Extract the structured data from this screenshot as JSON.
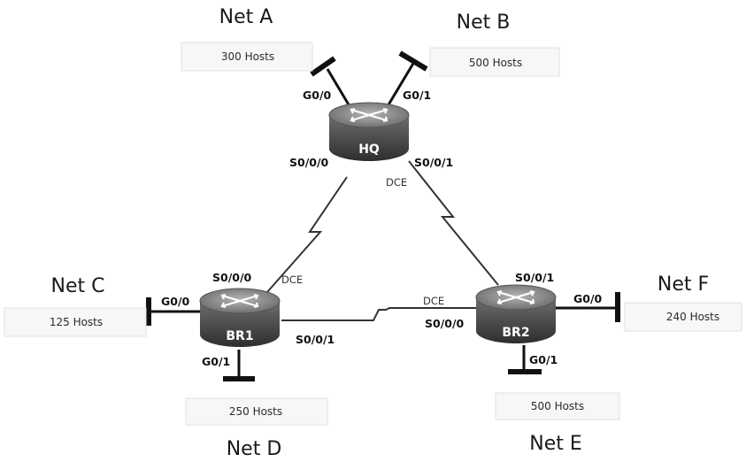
{
  "networks": {
    "a": {
      "name": "Net A",
      "hosts": "300 Hosts"
    },
    "b": {
      "name": "Net B",
      "hosts": "500 Hosts"
    },
    "c": {
      "name": "Net C",
      "hosts": "125 Hosts"
    },
    "d": {
      "name": "Net D",
      "hosts": "250 Hosts"
    },
    "e": {
      "name": "Net E",
      "hosts": "500 Hosts"
    },
    "f": {
      "name": "Net F",
      "hosts": "240 Hosts"
    }
  },
  "routers": {
    "hq": {
      "label": "HQ"
    },
    "br1": {
      "label": "BR1"
    },
    "br2": {
      "label": "BR2"
    }
  },
  "interfaces": {
    "hq_g00": "G0/0",
    "hq_g01": "G0/1",
    "hq_s000": "S0/0/0",
    "hq_s001": "S0/0/1",
    "br1_s000": "S0/0/0",
    "br1_g00": "G0/0",
    "br1_g01": "G0/1",
    "br1_s001": "S0/0/1",
    "br2_s001": "S0/0/1",
    "br2_g00": "G0/0",
    "br2_s000": "S0/0/0",
    "br2_g01": "G0/1"
  },
  "dce": {
    "hq_br2": "DCE",
    "br1_hq": "DCE",
    "br1_br2": "DCE"
  },
  "colors": {
    "router_body": "#4a4a4a",
    "router_top": "#8a8a8a",
    "link": "#333333"
  }
}
